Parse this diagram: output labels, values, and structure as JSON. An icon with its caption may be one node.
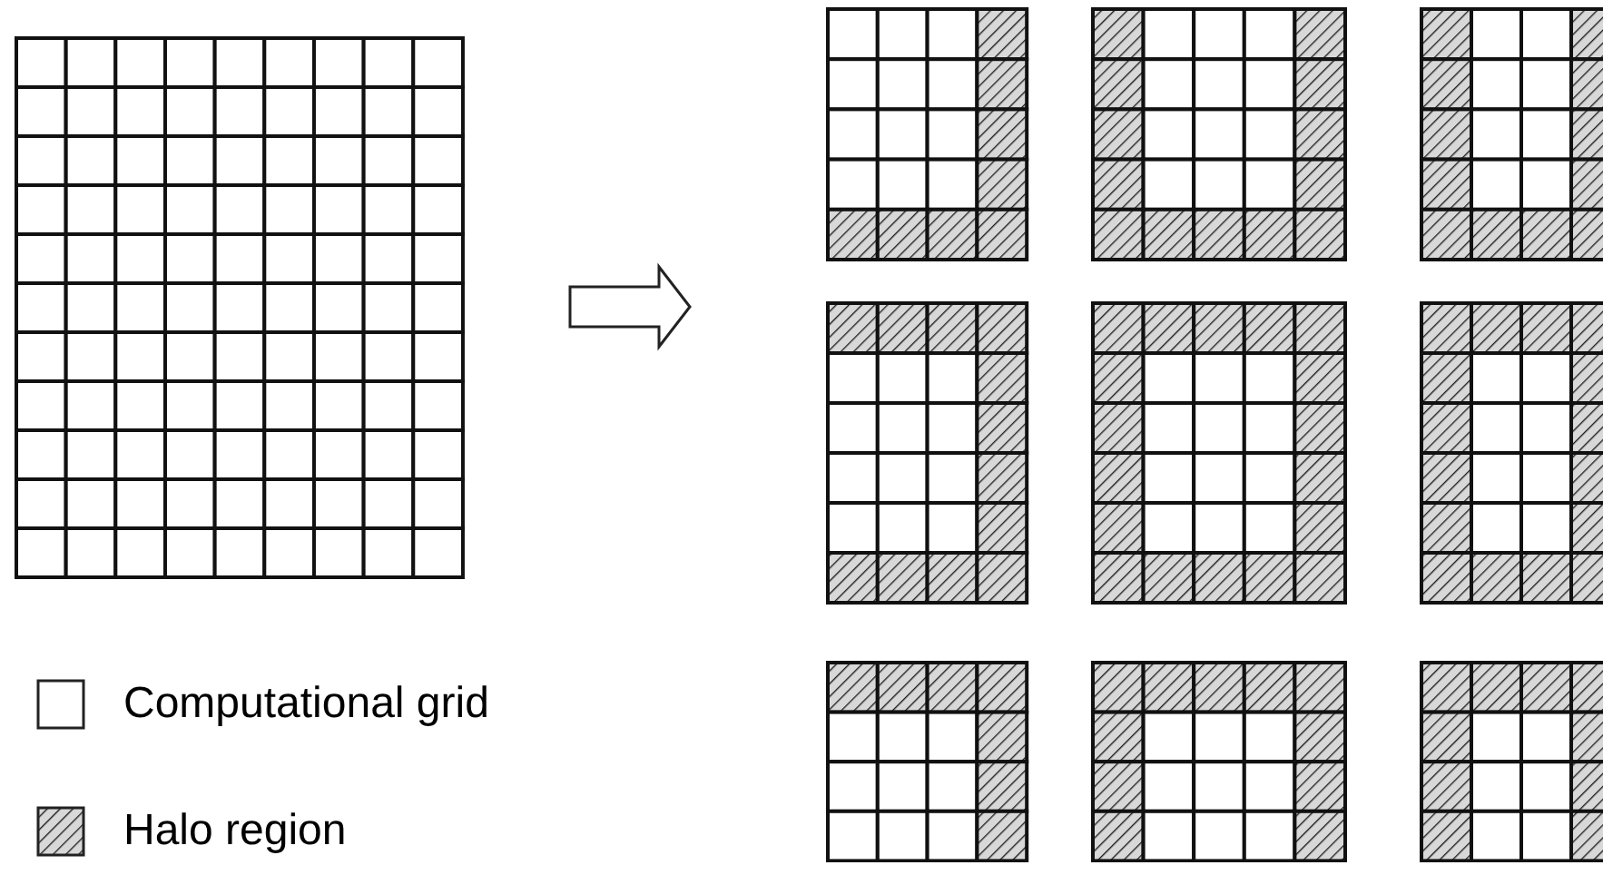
{
  "diagram": {
    "nodes": [
      {
        "text": [],
        "shape": "grid"
      },
      {
        "text": [],
        "shape": "grid"
      },
      {
        "text": [],
        "shape": "grid"
      },
      {
        "text": [],
        "shape": "grid"
      },
      {
        "text": [],
        "shape": "grid"
      },
      {
        "text": [],
        "shape": "grid"
      },
      {
        "text": [],
        "shape": "grid"
      },
      {
        "text": [],
        "shape": "grid"
      },
      {
        "text": [],
        "shape": "grid"
      },
      {
        "text": [],
        "shape": "grid"
      }
    ],
    "legend": [
      {
        "text": "Computational grid"
      },
      {
        "text": "Halo region"
      }
    ]
  }
}
